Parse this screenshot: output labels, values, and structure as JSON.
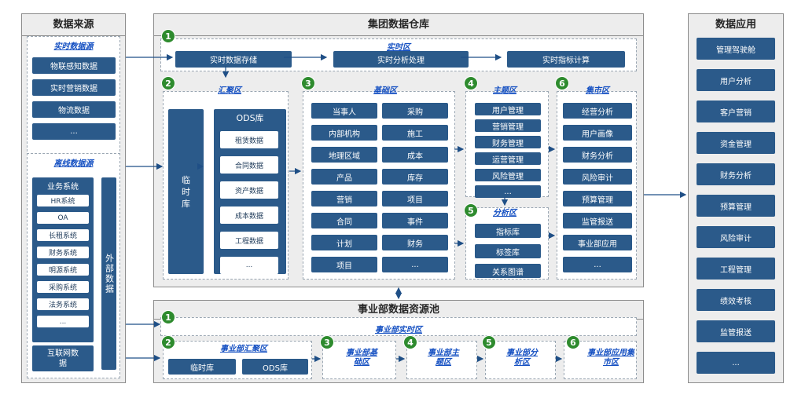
{
  "sources": {
    "title": "数据来源",
    "realtime_title": "实时数据源",
    "realtime_items": [
      "物联感知数据",
      "实时营销数据",
      "物流数据",
      "..."
    ],
    "offline_title": "离线数据源",
    "business_title": "业务系统",
    "business_items": [
      "HR系统",
      "OA",
      "长租系统",
      "财务系统",
      "明源系统",
      "采购系统",
      "法务系统",
      "..."
    ],
    "external": "外部数据",
    "internet": "互联网数据"
  },
  "warehouse": {
    "title": "集团数据仓库",
    "realtime": {
      "num": "1",
      "title": "实时区",
      "boxes": [
        "实时数据存储",
        "实时分析处理",
        "实时指标计算"
      ]
    },
    "hui": {
      "num": "2",
      "title": "汇聚区",
      "temp": "临时库",
      "ods_title": "ODS库",
      "ods_items": [
        "租赁数据",
        "合同数据",
        "资产数据",
        "成本数据",
        "工程数据",
        "..."
      ]
    },
    "base": {
      "num": "3",
      "title": "基础区",
      "left": [
        "当事人",
        "内部机构",
        "地理区域",
        "产品",
        "营销",
        "合同",
        "计划",
        "项目"
      ],
      "right": [
        "采购",
        "施工",
        "成本",
        "库存",
        "项目",
        "事件",
        "财务",
        "..."
      ]
    },
    "theme": {
      "num": "4",
      "title": "主题区",
      "items": [
        "用户管理",
        "营销管理",
        "财务管理",
        "运营管理",
        "风险管理",
        "..."
      ]
    },
    "analysis": {
      "num": "5",
      "title": "分析区",
      "items": [
        "指标库",
        "标签库",
        "关系图谱"
      ]
    },
    "mart": {
      "num": "6",
      "title": "集市区",
      "items": [
        "经营分析",
        "用户画像",
        "财务分析",
        "风险审计",
        "预算管理",
        "监管报送",
        "事业部应用",
        "..."
      ]
    }
  },
  "pool": {
    "title": "事业部数据资源池",
    "realtime": {
      "num": "1",
      "title": "事业部实时区"
    },
    "hui": {
      "num": "2",
      "title": "事业部汇聚区",
      "boxes": [
        "临时库",
        "ODS库"
      ]
    },
    "zones": [
      {
        "num": "3",
        "title": "事业部基础区"
      },
      {
        "num": "4",
        "title": "事业部主题区"
      },
      {
        "num": "5",
        "title": "事业部分析区"
      },
      {
        "num": "6",
        "title": "事业部应用集市区"
      }
    ]
  },
  "apps": {
    "title": "数据应用",
    "items": [
      "管理驾驶舱",
      "用户分析",
      "客户营销",
      "资金管理",
      "财务分析",
      "预算管理",
      "风险审计",
      "工程管理",
      "绩效考核",
      "监管报送",
      "..."
    ]
  },
  "colors": {
    "box": "#2b5a8a",
    "zone_title": "#1550c2",
    "number": "#2e8b2e",
    "panel": "#ededed"
  }
}
